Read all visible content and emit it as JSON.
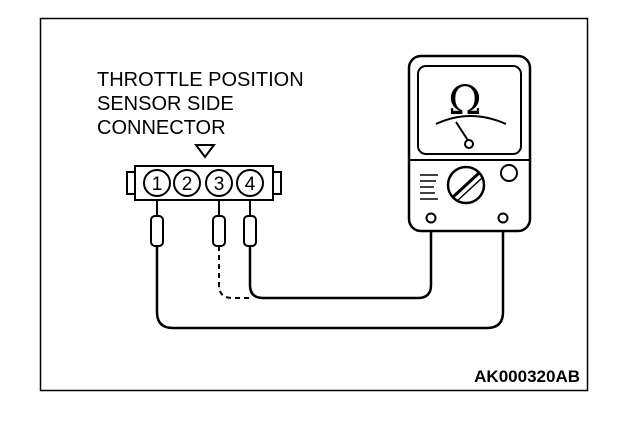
{
  "connector": {
    "title_lines": [
      "THROTTLE POSITION",
      "SENSOR SIDE",
      "CONNECTOR"
    ],
    "pins": [
      "1",
      "2",
      "3",
      "4"
    ]
  },
  "meter": {
    "symbol": "Ω"
  },
  "figure_code": "AK000320AB"
}
